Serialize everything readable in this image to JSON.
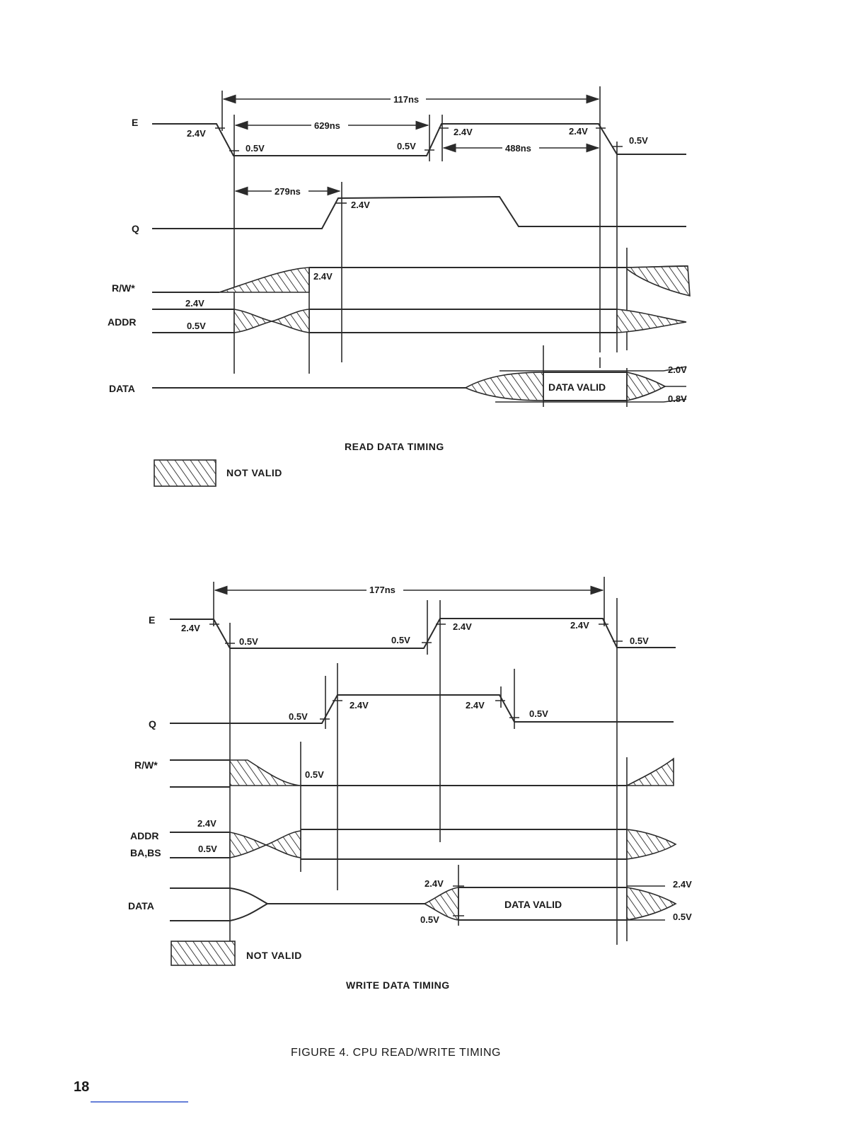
{
  "read": {
    "signals": {
      "e": "E",
      "q": "Q",
      "rw": "R/W*",
      "addr": "ADDR",
      "data": "DATA"
    },
    "times": {
      "t1": "117ns",
      "t2": "629ns",
      "t3": "488ns",
      "t4": "279ns"
    },
    "volts": {
      "v24": "2.4V",
      "v05": "0.5V",
      "v20": "2.0V",
      "v08": "0.8V"
    },
    "data_valid": "DATA VALID",
    "caption": "READ DATA TIMING",
    "legend": "NOT VALID"
  },
  "write": {
    "signals": {
      "e": "E",
      "q": "Q",
      "rw": "R/W*",
      "addr": "ADDR",
      "babs": "BA,BS",
      "data": "DATA"
    },
    "times": {
      "t1": "177ns"
    },
    "volts": {
      "v24": "2.4V",
      "v05": "0.5V"
    },
    "data_valid": "DATA VALID",
    "caption": "WRITE DATA TIMING",
    "legend": "NOT VALID"
  },
  "figure_caption": "FIGURE 4.  CPU READ/WRITE TIMING",
  "page_number": "18",
  "colors": {
    "ink": "#2b2b2b",
    "paper": "#ffffff",
    "footer_rule": "#3355cc"
  }
}
